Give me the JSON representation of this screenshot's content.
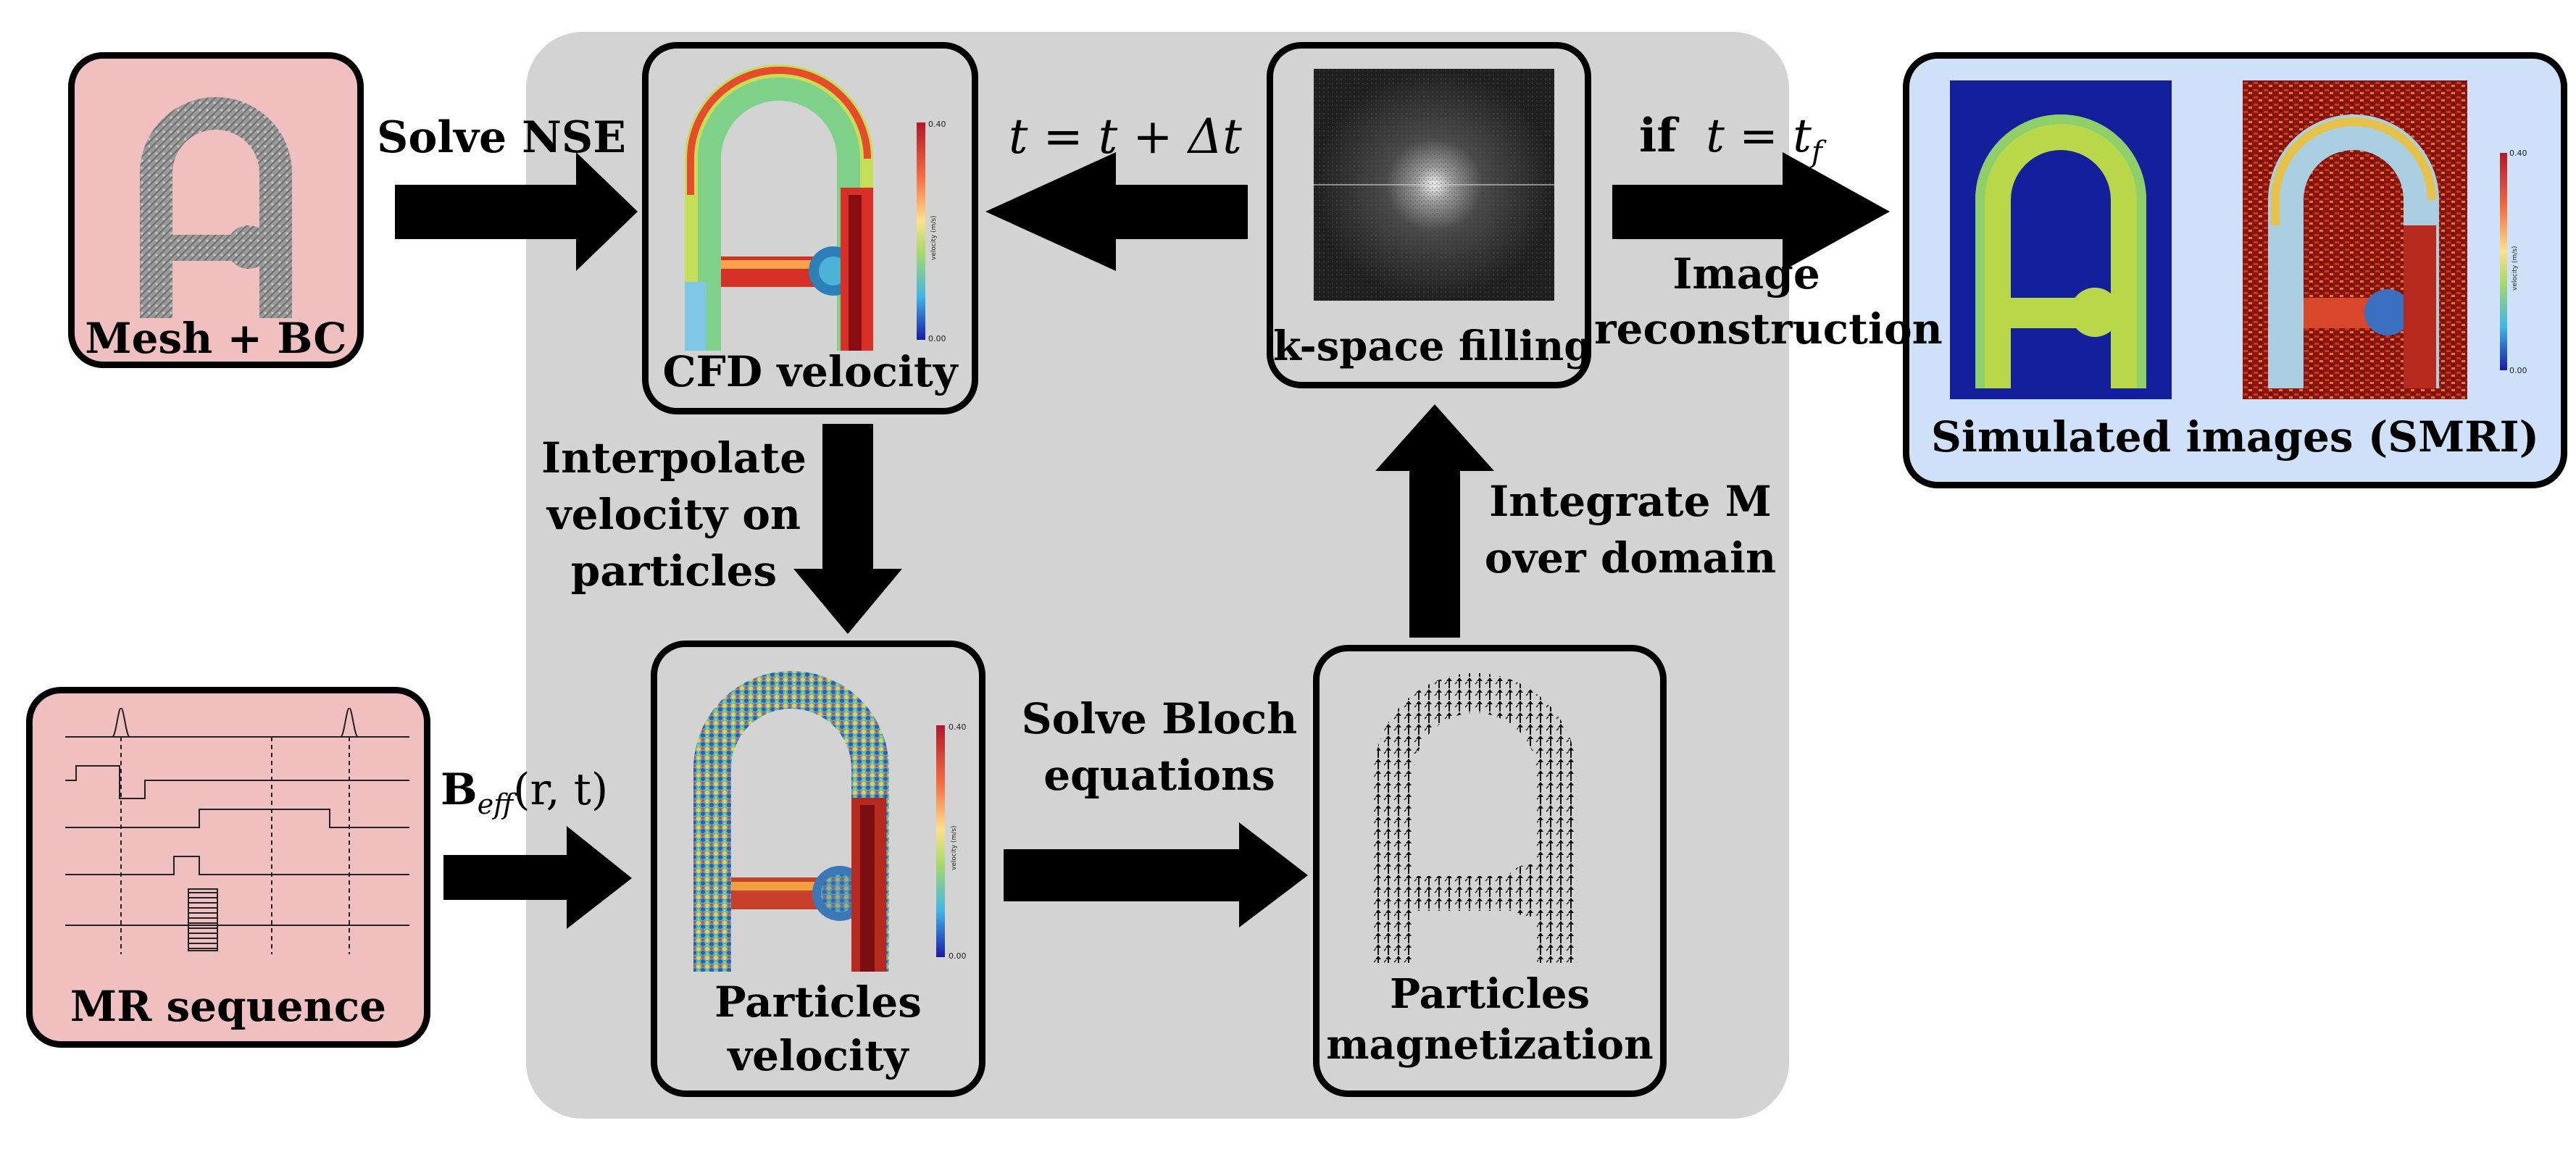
{
  "boxes": {
    "mesh": "Mesh + BC",
    "mr": "MR sequence",
    "cfd": "CFD velocity",
    "particles_velocity": [
      "Particles",
      "velocity"
    ],
    "kspace": "k-space filling",
    "particles_magnetization": [
      "Particles",
      "magnetization"
    ],
    "simulated": "Simulated images (SMRI)"
  },
  "arrows": {
    "solve_nse": "Solve NSE",
    "time_update": "t = t + Δt",
    "if_tf_bold": "if",
    "if_tf_math": "t = t",
    "if_tf_sub": "f",
    "image_reconstruction": [
      "Image",
      "reconstruction"
    ],
    "interpolate": [
      "Interpolate",
      "velocity on",
      "particles"
    ],
    "beff_main": "B",
    "beff_sub": "eff",
    "beff_args": "(r, t)",
    "solve_bloch": [
      "Solve Bloch",
      "equations"
    ],
    "integrate": [
      "Integrate M",
      "over domain"
    ]
  },
  "colorbars": {
    "cfd": {
      "max": "0.40",
      "min": "0.00",
      "label": "velocity (m/s)"
    },
    "particles": {
      "max": "0.40",
      "min": "0.00",
      "label": "velocity (m/s)"
    },
    "smri": {
      "max": "0.40",
      "min": "0.00",
      "label": "velocity (m/s)"
    }
  },
  "colors": {
    "panel": "#d3d3d3",
    "input_box": "#f0bfc0",
    "output_box": "#cfe1f8",
    "arrow": "#000000"
  }
}
